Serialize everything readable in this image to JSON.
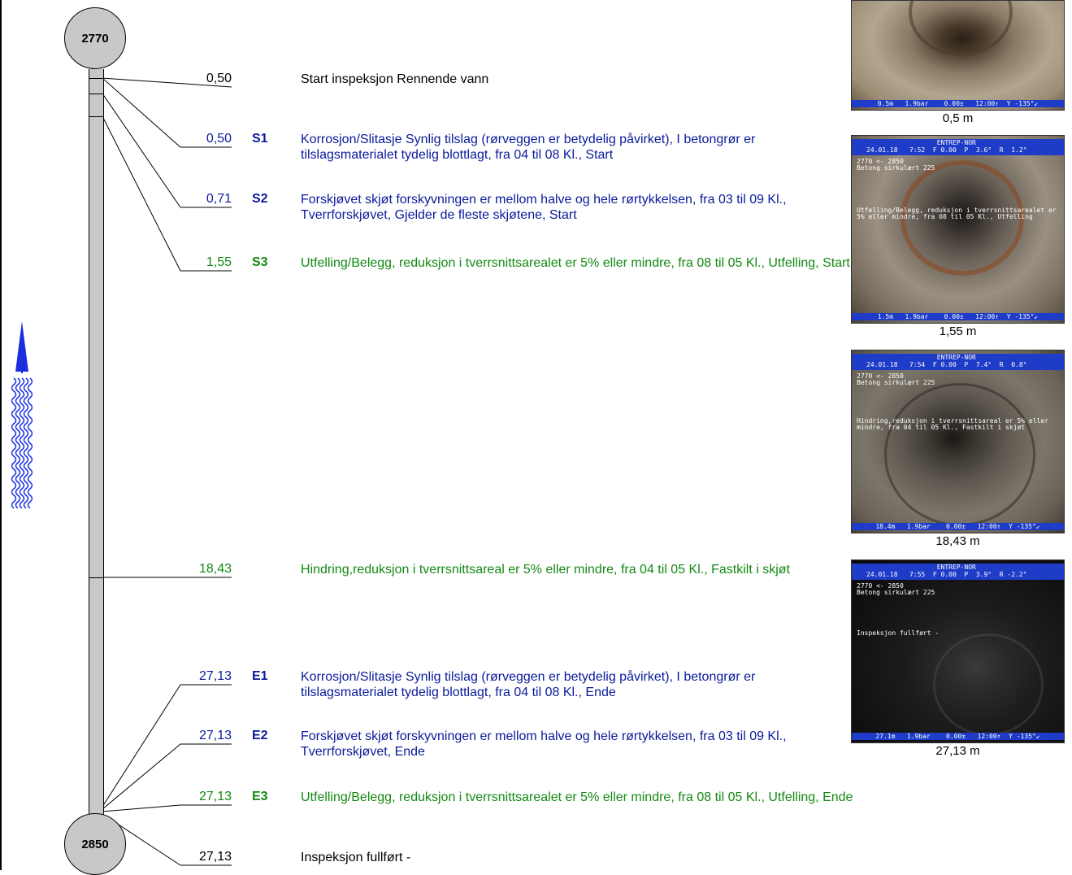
{
  "nodes": {
    "top": "2770",
    "bottom": "2850"
  },
  "observations": [
    {
      "distance": "0,50",
      "code": "",
      "text": "Start inspeksjon Rennende vann",
      "color": "black"
    },
    {
      "distance": "0,50",
      "code": "S1",
      "text": "Korrosjon/Slitasje Synlig tilslag (rørveggen er betydelig påvirket), I betongrør er tilslagsmaterialet tydelig blottlagt, fra 04 til 08 Kl., Start",
      "color": "blue"
    },
    {
      "distance": "0,71",
      "code": "S2",
      "text": "Forskjøvet skjøt forskyvningen er mellom halve og hele rørtykkelsen, fra 03 til 09 Kl., Tverrforskjøvet, Gjelder de fleste skjøtene, Start",
      "color": "blue"
    },
    {
      "distance": "1,55",
      "code": "S3",
      "text": "Utfelling/Belegg, reduksjon i tverrsnittsarealet er 5% eller mindre, fra 08 til 05 Kl., Utfelling, Start",
      "color": "green"
    },
    {
      "distance": "18,43",
      "code": "",
      "text": "Hindring,reduksjon i tverrsnittsareal er 5% eller mindre, fra 04 til 05 Kl., Fastkilt i skjøt",
      "color": "green"
    },
    {
      "distance": "27,13",
      "code": "E1",
      "text": "Korrosjon/Slitasje Synlig tilslag (rørveggen er betydelig påvirket), I betongrør er tilslagsmaterialet tydelig blottlagt, fra 04 til 08 Kl., Ende",
      "color": "blue"
    },
    {
      "distance": "27,13",
      "code": "E2",
      "text": "Forskjøvet skjøt forskyvningen er mellom halve og hele rørtykkelsen, fra 03 til 09 Kl., Tverrforskjøvet, Ende",
      "color": "blue"
    },
    {
      "distance": "27,13",
      "code": "E3",
      "text": "Utfelling/Belegg, reduksjon i tverrsnittsarealet er 5% eller mindre, fra 08 til 05 Kl., Utfelling, Ende",
      "color": "green"
    },
    {
      "distance": "27,13",
      "code": "",
      "text": "Inspeksjon fullført -",
      "color": "black"
    }
  ],
  "photos": [
    {
      "caption": "0,5 m",
      "header": "",
      "info": "",
      "overlay": "",
      "footer": "0.5m   1.9bar    0.00±   12:00↑  Y -135°↙"
    },
    {
      "caption": "1,55 m",
      "header": "                  ENTREP-NOR\n24.01.18   7:52  F 0.00  P  3.6°  R  1.2°",
      "info": "2770 <- 2850\nBetong sirkulært 225",
      "overlay": "Utfelling/Belegg, reduksjon i tverrsnittsarealet er\n5% eller mindre, fra 08 til 05 Kl., Utfelling",
      "footer": "1.5m   1.9bar    0.00±   12:00↑  Y -135°↙"
    },
    {
      "caption": "18,43 m",
      "header": "                  ENTREP-NOR\n24.01.18   7:54  F 0.00  P  7.4°  R  0.8°",
      "info": "2770 <- 2850\nBetong sirkulært 225",
      "overlay": "Hindring,reduksjon i tverrsnittsareal er 5% eller\nmindre, fra 04 til 05 Kl., Fastkilt i skjøt",
      "footer": "18.4m   1.9bar    0.00±   12:00↑  Y -135°↙"
    },
    {
      "caption": "27,13 m",
      "header": "                  ENTREP-NOR\n24.01.18   7:55  F 0.00  P  3.9°  R -2.2°",
      "info": "2770 <- 2850\nBetong sirkulært 225",
      "overlay": "Inspeksjon fullført -",
      "footer": "27.1m   1.9bar    0.00±   12:00↑  Y -135°↙"
    }
  ],
  "colors": {
    "blue": "#0a1a9a",
    "green": "#138a13",
    "pipe": "#c8c8c8",
    "flow_arrow": "#1a2ee0"
  },
  "flow_direction": "up"
}
